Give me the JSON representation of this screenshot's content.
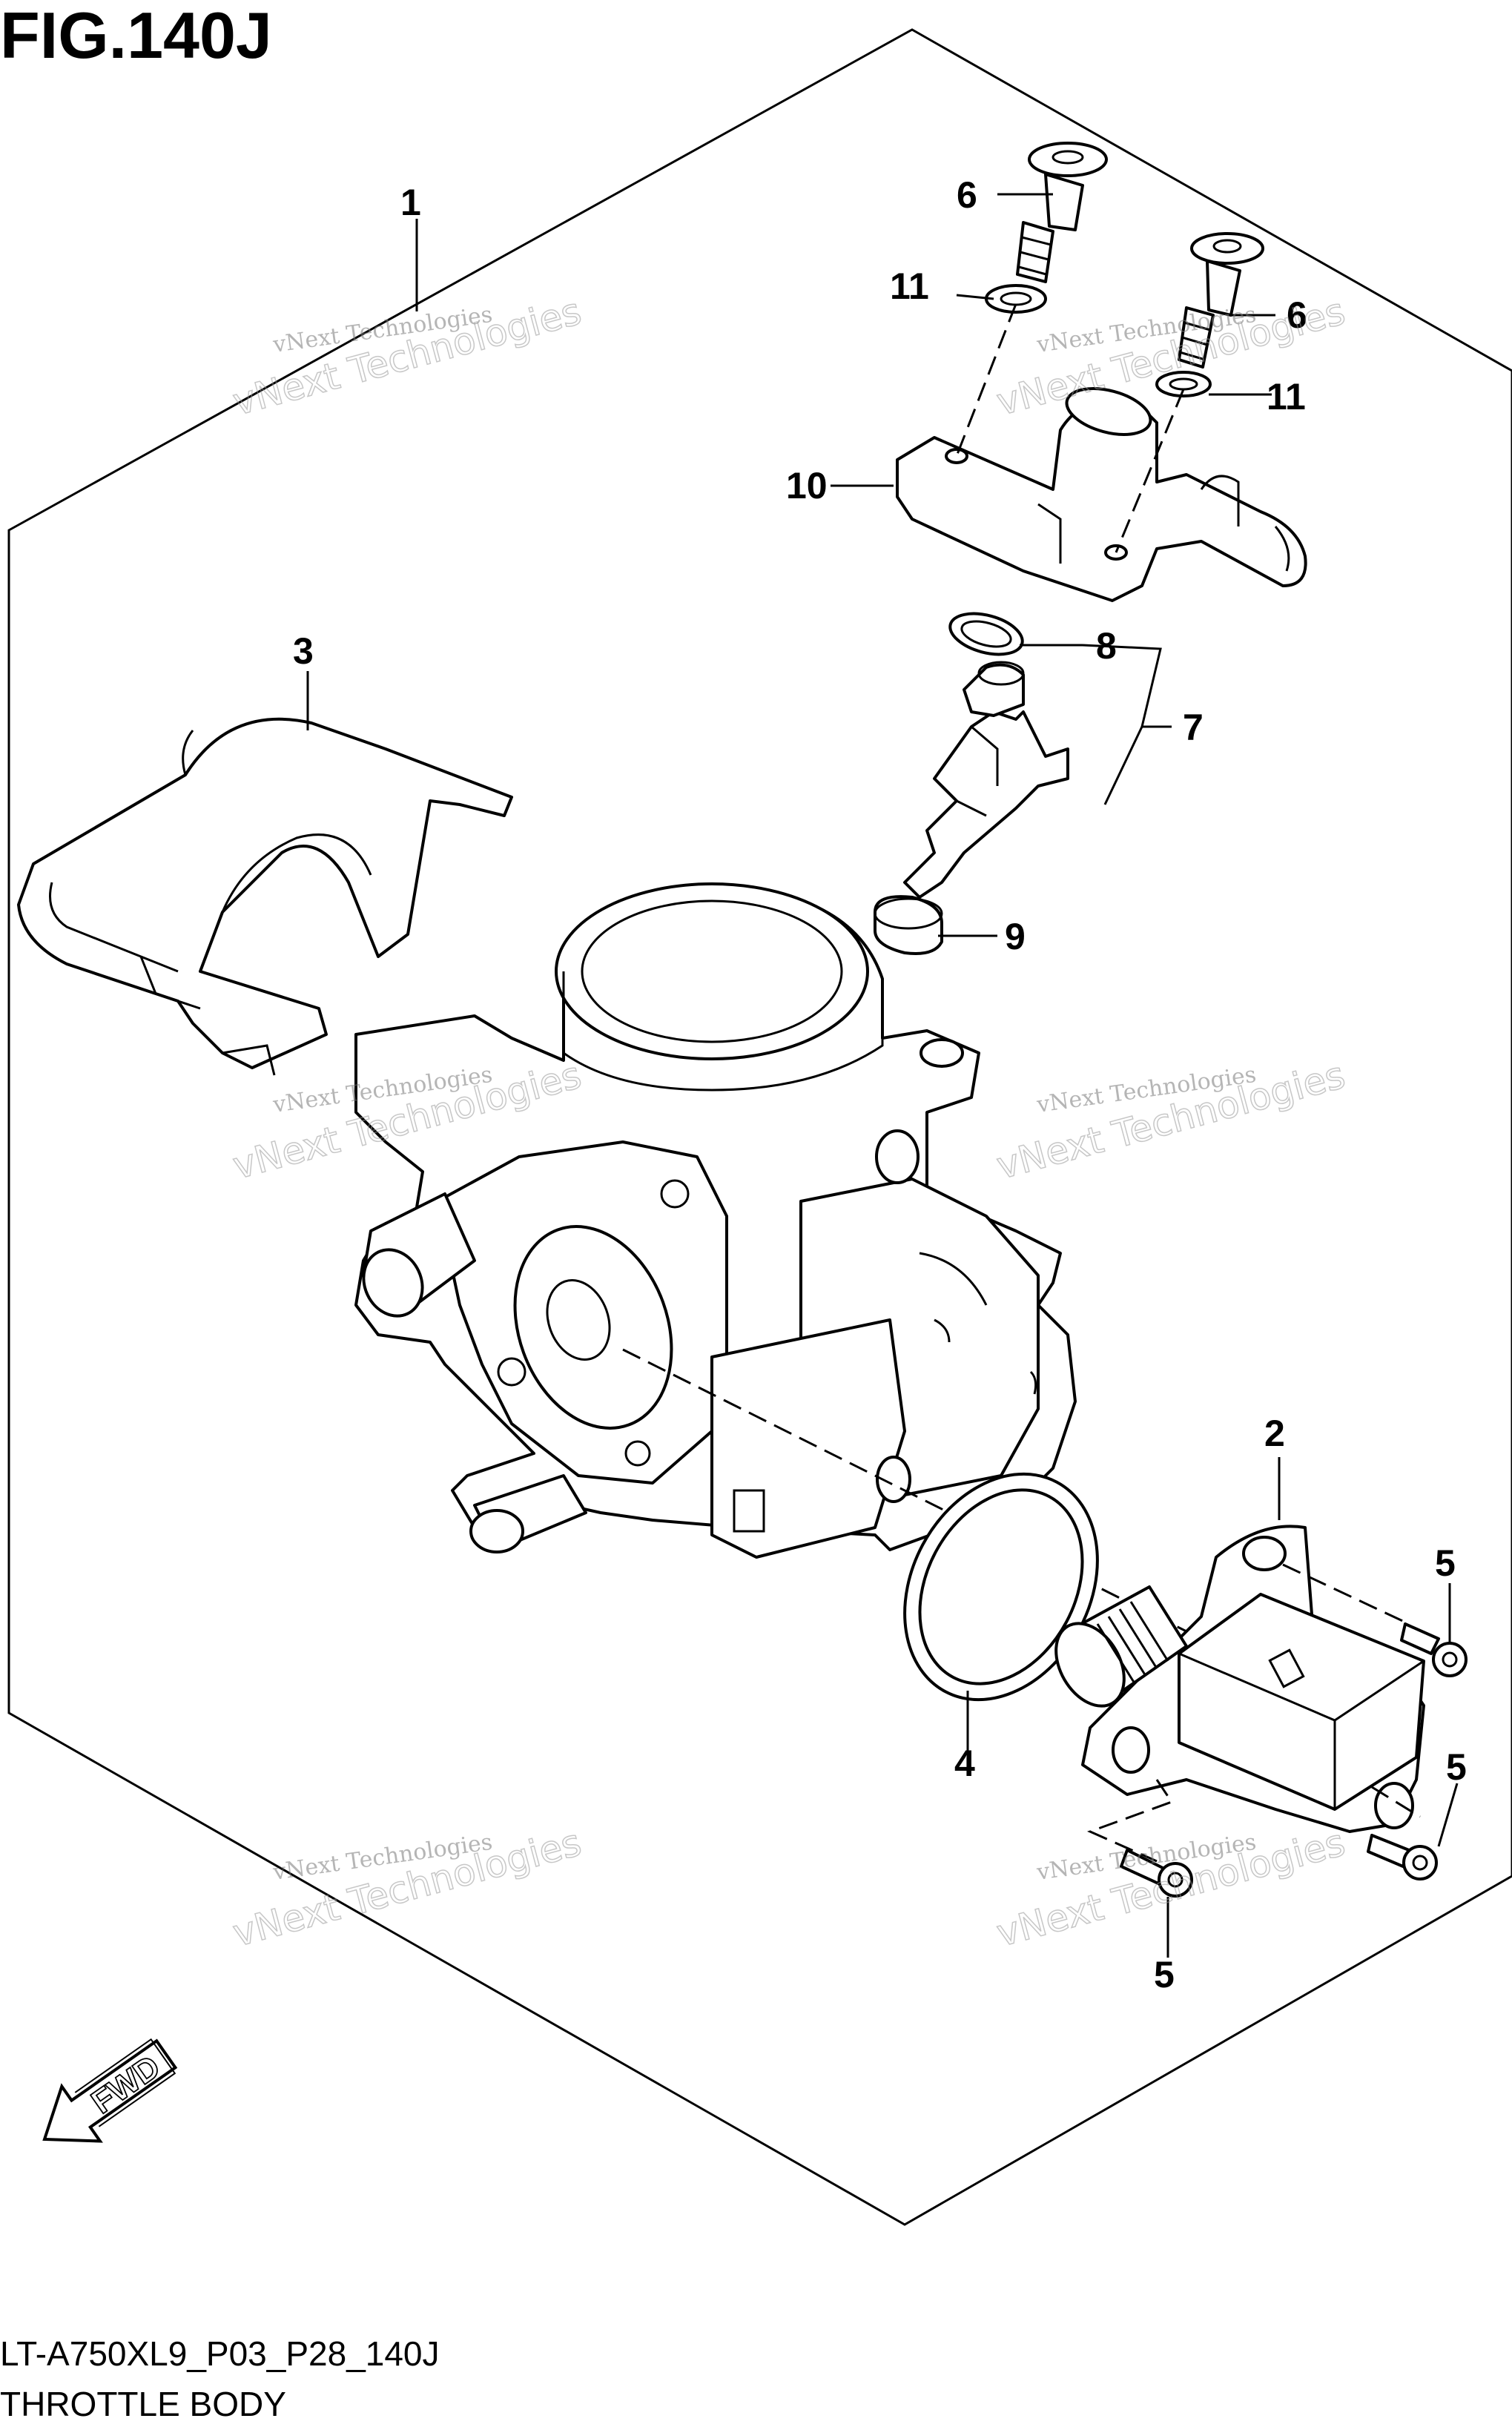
{
  "figure": {
    "title": "FIG.140J",
    "code": "LT-A750XL9_P03_P28_140J",
    "caption": "THROTTLE BODY"
  },
  "callouts": [
    {
      "id": "1",
      "label": "1"
    },
    {
      "id": "2",
      "label": "2"
    },
    {
      "id": "3",
      "label": "3"
    },
    {
      "id": "4",
      "label": "4"
    },
    {
      "id": "5a",
      "label": "5"
    },
    {
      "id": "5b",
      "label": "5"
    },
    {
      "id": "5c",
      "label": "5"
    },
    {
      "id": "6a",
      "label": "6"
    },
    {
      "id": "6b",
      "label": "6"
    },
    {
      "id": "7",
      "label": "7"
    },
    {
      "id": "8",
      "label": "8"
    },
    {
      "id": "9",
      "label": "9"
    },
    {
      "id": "10",
      "label": "10"
    },
    {
      "id": "11a",
      "label": "11"
    },
    {
      "id": "11b",
      "label": "11"
    }
  ],
  "watermark": {
    "line1": "vNext Technologies",
    "line2": "vNext Technologies"
  },
  "fwd_arrow": {
    "label": "FWD"
  }
}
